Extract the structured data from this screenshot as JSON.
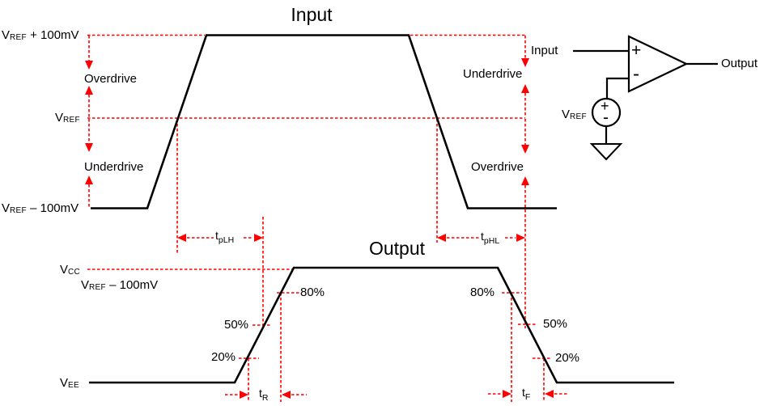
{
  "colors": {
    "accent_red": "#ff0000",
    "line_black": "#000000",
    "background": "#ffffff"
  },
  "input": {
    "title": "Input",
    "level_high": {
      "pre": "V",
      "sub": "REF",
      "post": " + 100mV"
    },
    "level_mid": {
      "pre": "V",
      "sub": "REF",
      "post": ""
    },
    "level_low": {
      "pre": "V",
      "sub": "REF",
      "post": " – 100mV"
    },
    "overdrive_left": "Overdrive",
    "underdrive_left": "Underdrive",
    "underdrive_right": "Underdrive",
    "overdrive_right": "Overdrive",
    "t_plh": {
      "pre": "t",
      "sub": "pLH"
    },
    "t_phl": {
      "pre": "t",
      "sub": "pHL"
    }
  },
  "output": {
    "title": "Output",
    "level_vcc": {
      "pre": "V",
      "sub": "CC",
      "post": ""
    },
    "level_vref_minus": {
      "pre": "V",
      "sub": "REF",
      "post": " – 100mV"
    },
    "level_vee": {
      "pre": "V",
      "sub": "EE",
      "post": ""
    },
    "rise_pct_80": "80%",
    "rise_pct_50": "50%",
    "rise_pct_20": "20%",
    "fall_pct_80": "80%",
    "fall_pct_50": "50%",
    "fall_pct_20": "20%",
    "t_rise": {
      "pre": "t",
      "sub": "R"
    },
    "t_fall": {
      "pre": "t",
      "sub": "F"
    }
  },
  "schematic": {
    "input_label": "Input",
    "output_label": "Output",
    "vref_label": {
      "pre": "V",
      "sub": "REF"
    },
    "comparator_plus": "+",
    "comparator_minus": "-",
    "source_plus": "+",
    "source_minus": "-"
  }
}
